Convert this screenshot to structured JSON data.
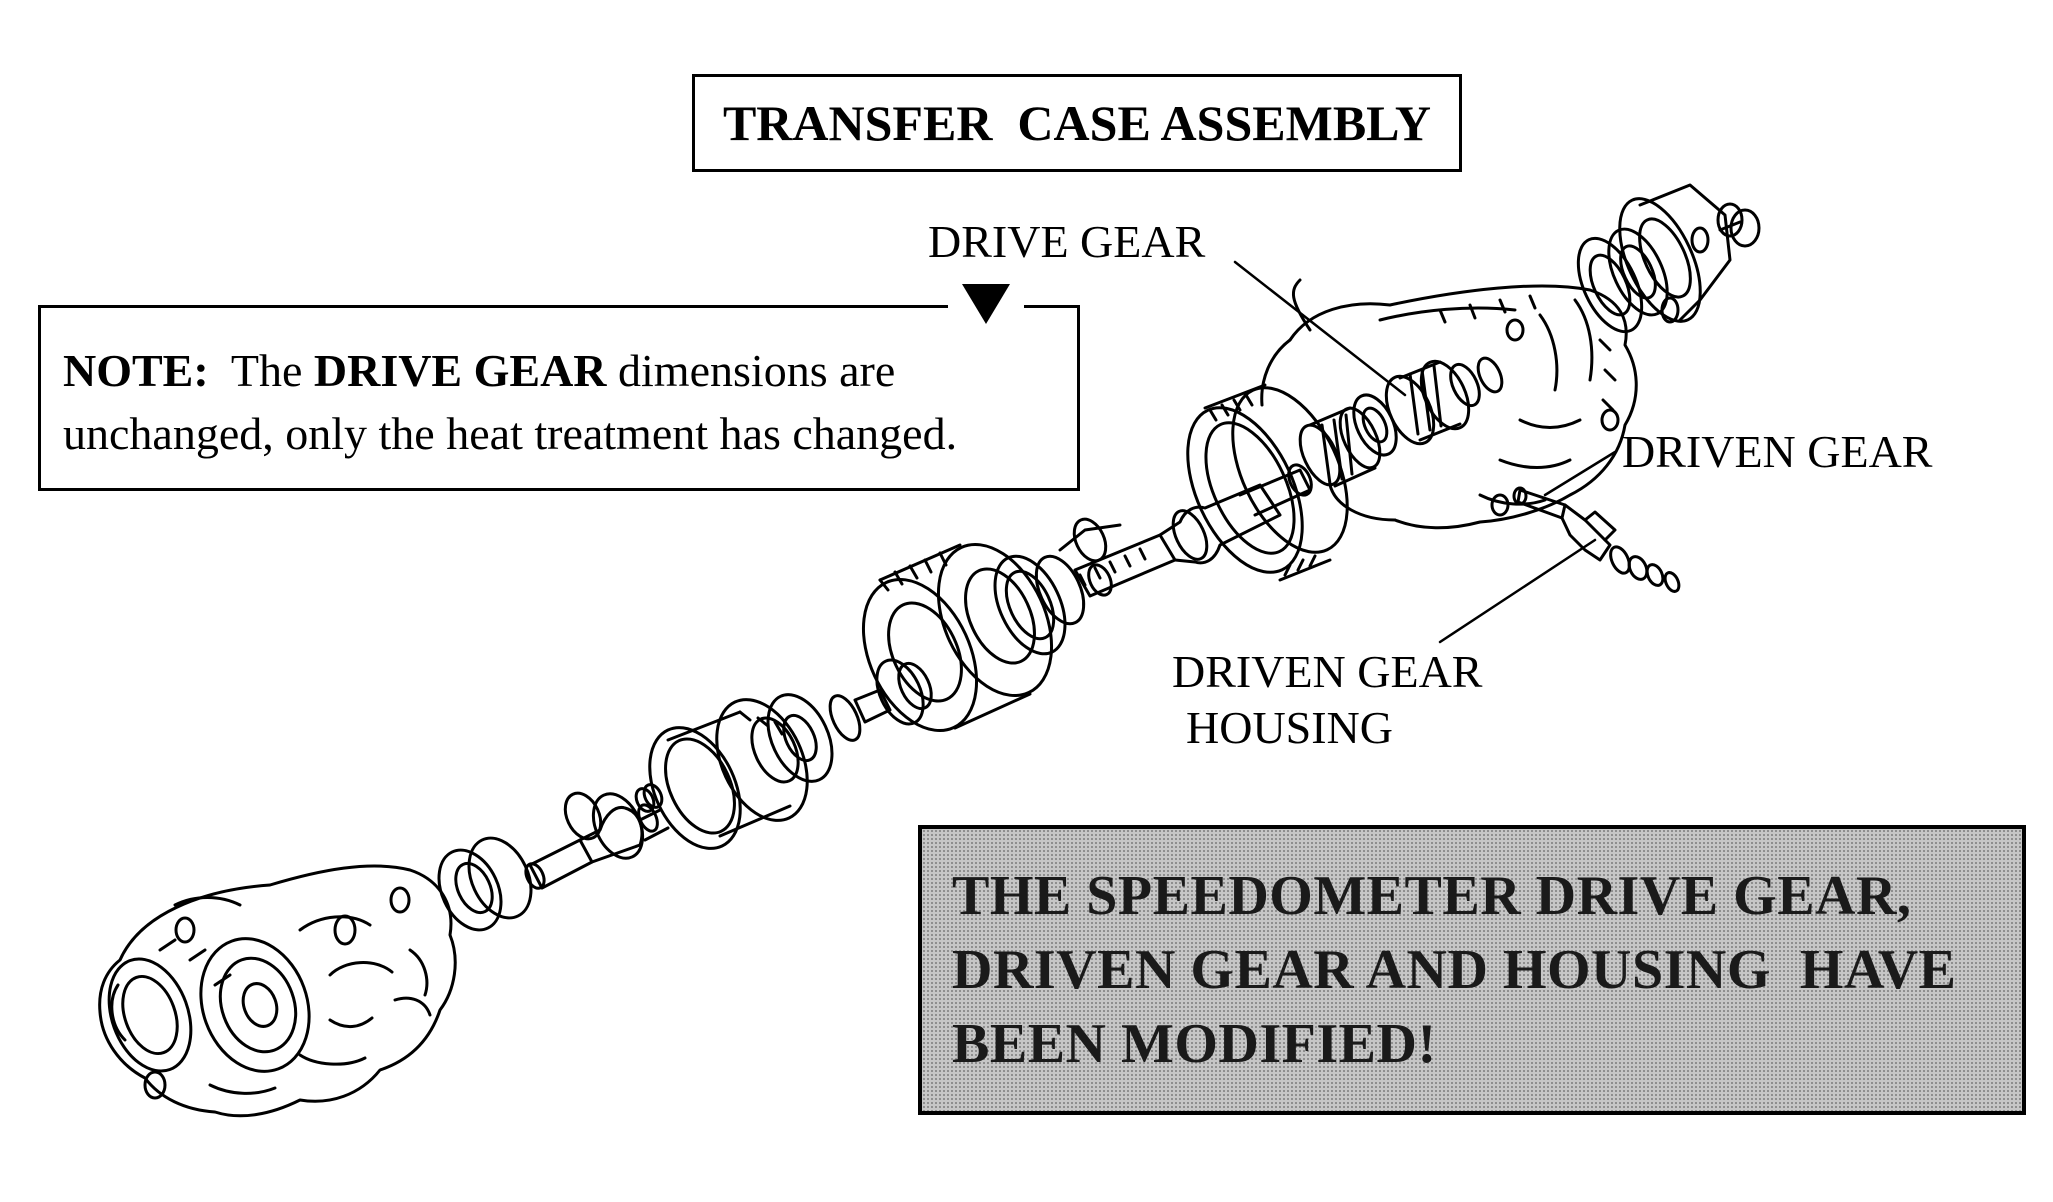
{
  "title": "TRANSFER  CASE ASSEMBLY",
  "note": {
    "label": "NOTE:",
    "text_1": "The",
    "drive_gear": "DRIVE GEAR",
    "text_2": "dimensions are",
    "text_3": "unchanged, only the heat treatment has changed."
  },
  "callouts": {
    "drive_gear": "DRIVE GEAR",
    "driven_gear": "DRIVEN GEAR",
    "driven_gear_housing_line1": "DRIVEN GEAR",
    "driven_gear_housing_line2": "HOUSING"
  },
  "banner": {
    "line1": "THE SPEEDOMETER DRIVE GEAR,",
    "line2": "DRIVEN GEAR AND HOUSING  HAVE",
    "line3": "BEEN MODIFIED!"
  },
  "colors": {
    "ink": "#000000",
    "banner_fill": "#c6c6c6"
  }
}
